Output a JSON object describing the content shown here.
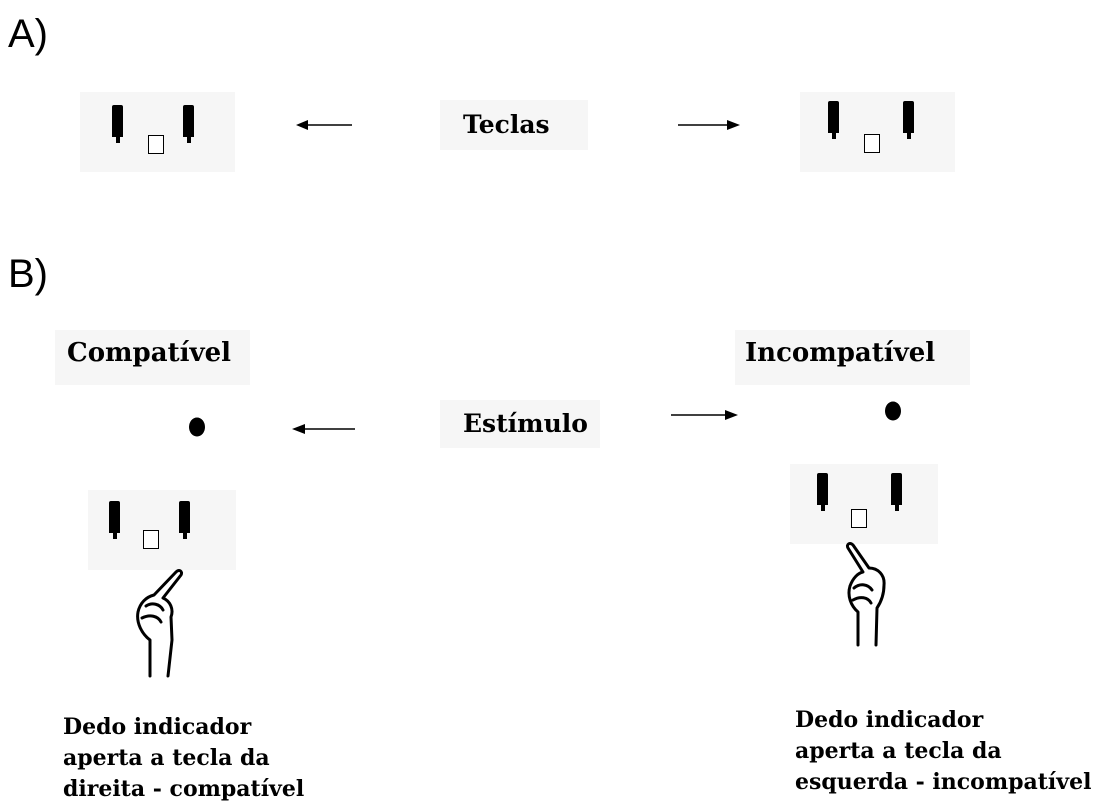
{
  "panel_a": {
    "label": "A)",
    "keys_label": "Teclas"
  },
  "panel_b": {
    "label": "B)",
    "stimulus_label": "Estímulo",
    "compatible": {
      "title": "Compatível",
      "caption": [
        "Dedo indicador",
        "aperta a tecla da",
        "direita - compatível"
      ]
    },
    "incompatible": {
      "title": "Incompatível",
      "caption": [
        "Dedo indicador",
        "aperta a tecla da",
        "esquerda - incompatível"
      ]
    }
  },
  "icons": [
    "response-keys-icon",
    "stimulus-dot-icon",
    "pointing-hand-icon",
    "arrow-left-icon",
    "arrow-right-icon"
  ],
  "colors": {
    "ink": "#000000",
    "box_bg": "#f6f6f6"
  }
}
